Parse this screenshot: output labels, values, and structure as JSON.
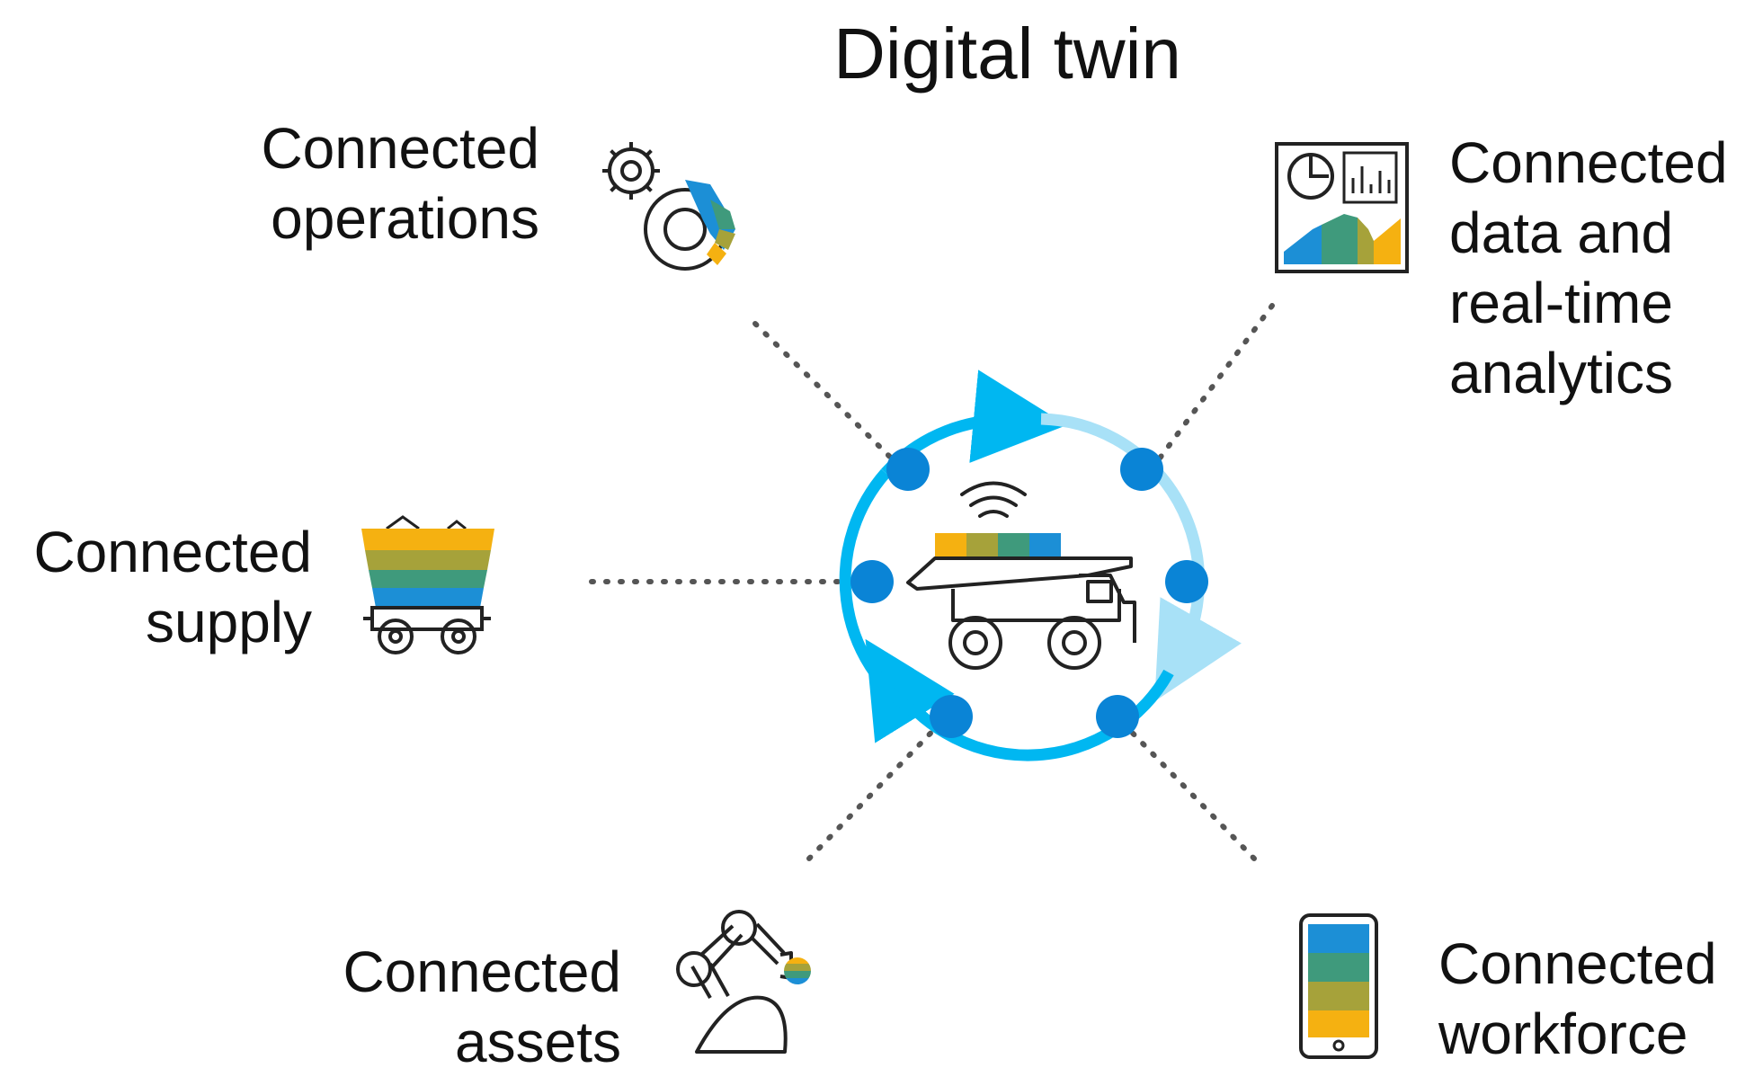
{
  "title": "Digital twin",
  "nodes": {
    "operations": {
      "lines": [
        "Connected",
        "operations"
      ],
      "icon": "gears-icon"
    },
    "data": {
      "lines": [
        "Connected",
        "data and",
        "real-time",
        "analytics"
      ],
      "icon": "dashboard-icon"
    },
    "supply": {
      "lines": [
        "Connected",
        "supply"
      ],
      "icon": "ore-cart-icon"
    },
    "assets": {
      "lines": [
        "Connected",
        "assets"
      ],
      "icon": "robot-arm-icon"
    },
    "workforce": {
      "lines": [
        "Connected",
        "workforce"
      ],
      "icon": "mobile-phone-icon"
    }
  },
  "center": {
    "icon": "mining-truck-icon"
  },
  "colors": {
    "ring_dark": "#00b7f1",
    "ring_light": "#a8e1f7",
    "dot": "#0a84d6",
    "connector": "#555555",
    "band_orange": "#f5b111",
    "band_olive": "#a6a23a",
    "band_teal": "#3f9a7c",
    "band_blue": "#1c8fd6"
  }
}
